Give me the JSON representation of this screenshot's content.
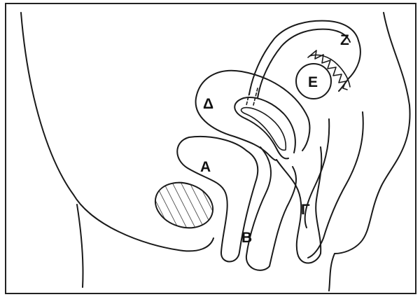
{
  "labels": {
    "a": "Α",
    "b": "Β",
    "g": "Γ",
    "d": "Δ",
    "e": "Ε",
    "z": "Ζ"
  },
  "colors": {
    "stroke": "#1a1a1a",
    "border": "#222222",
    "background": "#ffffff"
  }
}
